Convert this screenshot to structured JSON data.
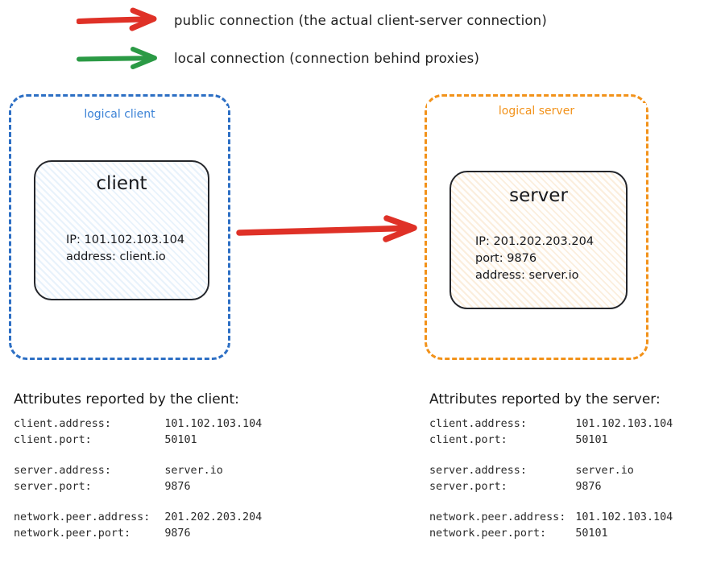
{
  "legend": {
    "items": [
      {
        "icon": "red-arrow-icon",
        "color": "#df3127",
        "label": "public connection (the actual client-server connection)"
      },
      {
        "icon": "green-arrow-icon",
        "color": "#2b9a45",
        "label": "local connection (connection behind proxies)"
      }
    ]
  },
  "diagram": {
    "main_arrow": {
      "icon": "red-arrow-icon",
      "color": "#df3127",
      "from": "client",
      "to": "server"
    },
    "client_group": {
      "title": "logical client",
      "color": "#3b82d6",
      "node": {
        "title": "client",
        "fill": "#e8f2fb",
        "props": "IP: 101.102.103.104\naddress: client.io"
      }
    },
    "server_group": {
      "title": "logical server",
      "color": "#f2921a",
      "node": {
        "title": "server",
        "fill": "#fbeedd",
        "props": "IP: 201.202.203.204\nport: 9876\naddress: server.io"
      }
    }
  },
  "attributes": {
    "client_panel": {
      "heading": "Attributes reported by the client:",
      "rows": [
        {
          "key": "client.address:",
          "value": "101.102.103.104"
        },
        {
          "key": "client.port:",
          "value": "50101"
        },
        {
          "key": "",
          "value": ""
        },
        {
          "key": "server.address:",
          "value": "server.io"
        },
        {
          "key": "server.port:",
          "value": "9876"
        },
        {
          "key": "",
          "value": ""
        },
        {
          "key": "network.peer.address:",
          "value": "201.202.203.204"
        },
        {
          "key": "network.peer.port:",
          "value": "9876"
        }
      ]
    },
    "server_panel": {
      "heading": "Attributes reported by the server:",
      "rows": [
        {
          "key": "client.address:",
          "value": "101.102.103.104"
        },
        {
          "key": "client.port:",
          "value": "50101"
        },
        {
          "key": "",
          "value": ""
        },
        {
          "key": "server.address:",
          "value": "server.io"
        },
        {
          "key": "server.port:",
          "value": "9876"
        },
        {
          "key": "",
          "value": ""
        },
        {
          "key": "network.peer.address:",
          "value": "101.102.103.104"
        },
        {
          "key": "network.peer.port:",
          "value": "50101"
        }
      ]
    }
  }
}
